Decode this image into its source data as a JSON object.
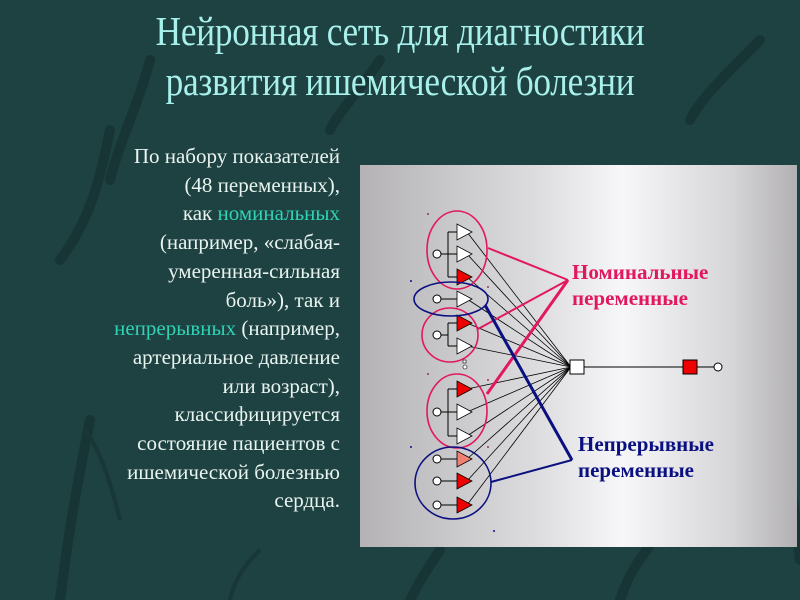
{
  "slide": {
    "title_line1": "Нейронная сеть для диагностики",
    "title_line2": "развития ишемической болезни",
    "body": {
      "line1": "По набору показателей",
      "line2": "(48 переменных),",
      "line3_pre": "как ",
      "line3_hl": "номинальных",
      "line4": "(например,  «слабая-",
      "line5": "умеренная-сильная",
      "line6": "боль»), так и",
      "line7_hl": "непрерывных",
      "line7_post": " (например,",
      "line8": "артериальное давление",
      "line9": "или возраст),",
      "line10": "классифицируется",
      "line11": "состояние пациентов с",
      "line12": "ишемической  болезнью",
      "line13": "сердца."
    },
    "diagram": {
      "label_nominal_line1": "Номинальные",
      "label_nominal_line2": "переменные",
      "label_continuous_line1": "Непрерывные",
      "label_continuous_line2": "переменные",
      "colors": {
        "background": "#1e4141",
        "title": "#a8f0ec",
        "highlight": "#2fd3b5",
        "nominal": "#e2185e",
        "continuous": "#0b1080",
        "active_node": "#ee0000"
      }
    }
  }
}
